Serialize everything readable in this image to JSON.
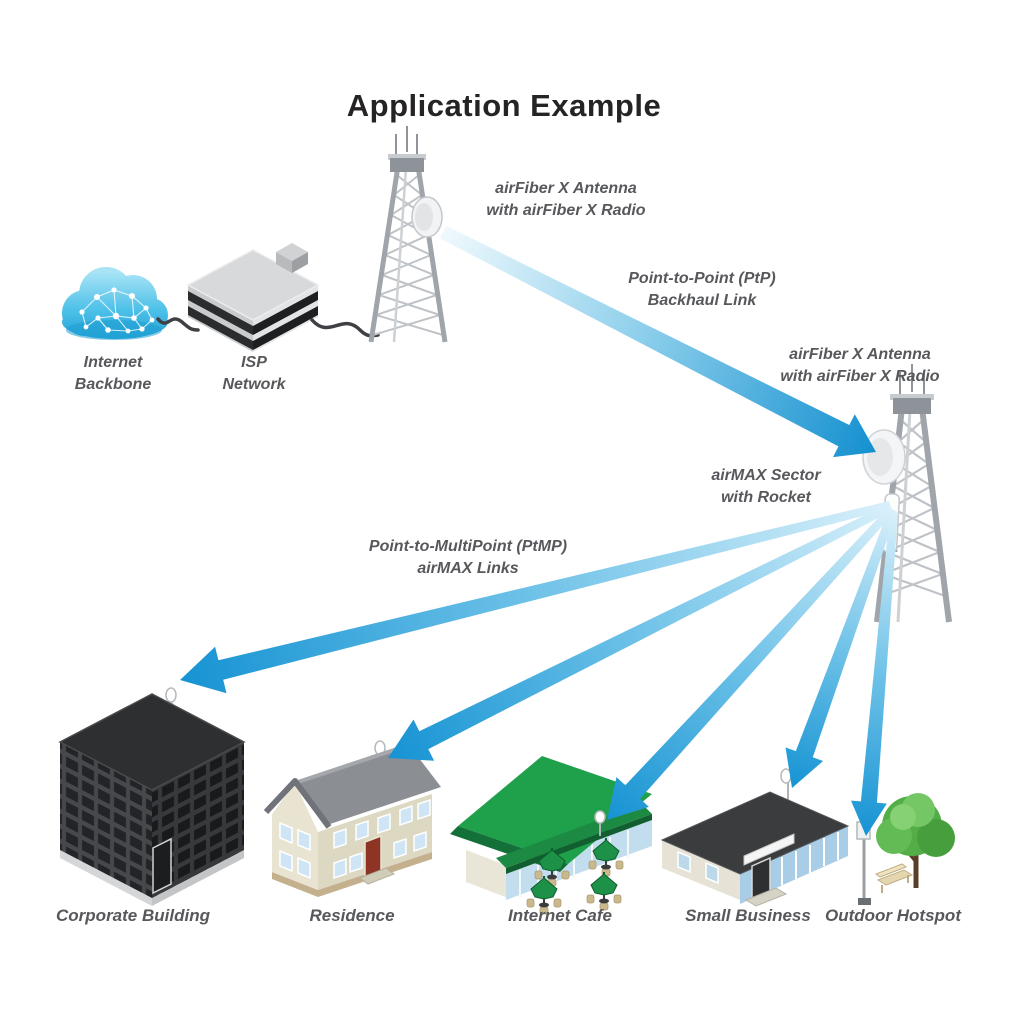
{
  "title": "Application Example",
  "colors": {
    "beam": "#1693d3",
    "beam_light": "#d9f0fa",
    "label_text": "#57585c",
    "title_text": "#262324",
    "cloud_blue": "#29a8dc",
    "cafe_green": "#1fa04a"
  },
  "annotations": {
    "tower1_antenna": {
      "line1": "airFiber X Antenna",
      "line2": "with airFiber X Radio"
    },
    "ptp_link": {
      "line1": "Point-to-Point (PtP)",
      "line2": "Backhaul Link"
    },
    "tower2_antenna": {
      "line1": "airFiber X Antenna",
      "line2": "with airFiber X Radio"
    },
    "sector": {
      "line1": "airMAX Sector",
      "line2": "with Rocket"
    },
    "ptmp_links": {
      "line1": "Point-to-MultiPoint (PtMP)",
      "line2": "airMAX Links"
    },
    "internet_backbone": {
      "line1": "Internet",
      "line2": "Backbone"
    },
    "isp_network": {
      "line1": "ISP",
      "line2": "Network"
    }
  },
  "sites": [
    {
      "label": "Corporate Building"
    },
    {
      "label": "Residence"
    },
    {
      "label": "Internet Cafe"
    },
    {
      "label": "Small Business"
    },
    {
      "label": "Outdoor Hotspot"
    }
  ]
}
